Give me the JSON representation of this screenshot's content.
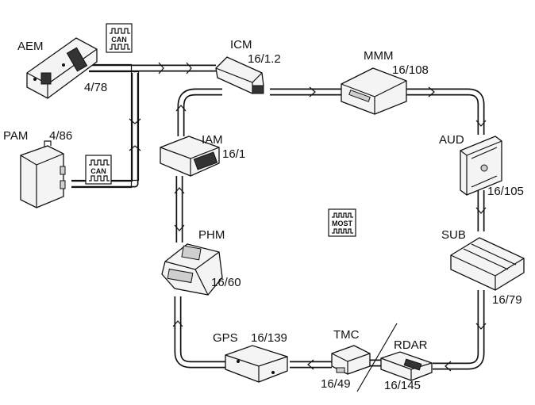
{
  "modules": {
    "aem": {
      "name": "AEM",
      "code": "4/78"
    },
    "pam": {
      "name": "PAM",
      "code": "4/86"
    },
    "icm": {
      "name": "ICM",
      "code": "16/1.2"
    },
    "mmm": {
      "name": "MMM",
      "code": "16/108"
    },
    "aud": {
      "name": "AUD",
      "code": "16/105"
    },
    "iam": {
      "name": "IAM",
      "code": "16/1"
    },
    "phm": {
      "name": "PHM",
      "code": "16/60"
    },
    "sub": {
      "name": "SUB",
      "code": "16/79"
    },
    "gps": {
      "name": "GPS",
      "code": "16/139"
    },
    "tmc": {
      "name": "TMC",
      "code": "16/49"
    },
    "rdar": {
      "name": "RDAR",
      "code": "16/145"
    }
  },
  "bus": {
    "can_top": "CAN",
    "can_bottom": "CAN",
    "most": "MOST"
  }
}
